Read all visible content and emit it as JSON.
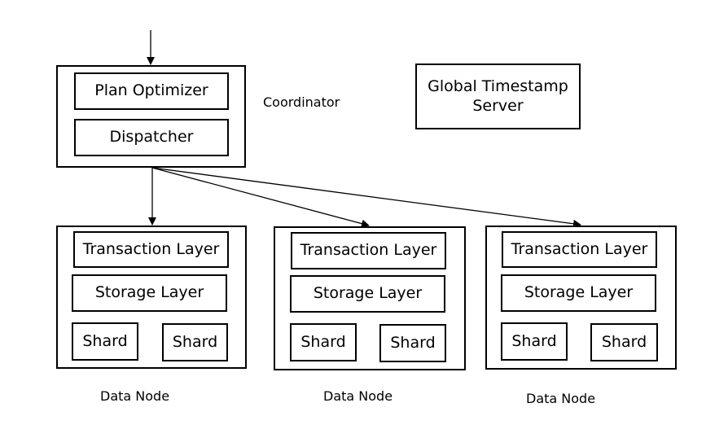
{
  "coordinator": {
    "label": "Coordinator",
    "plan_optimizer": "Plan Optimizer",
    "dispatcher": "Dispatcher"
  },
  "timestamp_server": {
    "line1": "Global Timestamp",
    "line2": "Server"
  },
  "data_nodes": [
    {
      "label": "Data Node",
      "transaction_layer": "Transaction Layer",
      "storage_layer": "Storage Layer",
      "shard_a": "Shard",
      "shard_b": "Shard"
    },
    {
      "label": "Data Node",
      "transaction_layer": "Transaction Layer",
      "storage_layer": "Storage Layer",
      "shard_a": "Shard",
      "shard_b": "Shard"
    },
    {
      "label": "Data Node",
      "transaction_layer": "Transaction Layer",
      "storage_layer": "Storage Layer",
      "shard_a": "Shard",
      "shard_b": "Shard"
    }
  ]
}
